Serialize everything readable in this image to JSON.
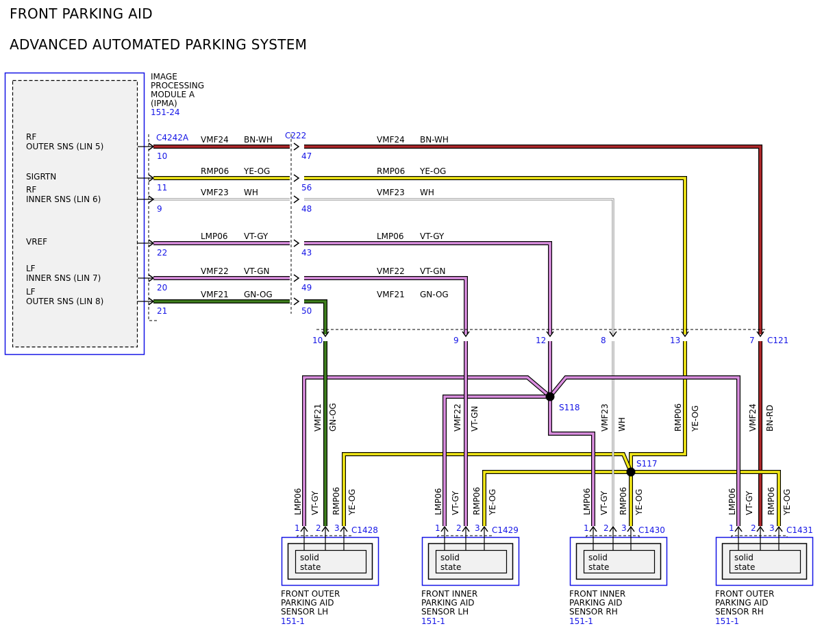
{
  "titles": {
    "line1": "FRONT PARKING AID",
    "line2": "ADVANCED AUTOMATED PARKING SYSTEM"
  },
  "module": {
    "name_lines": [
      "IMAGE",
      "PROCESSING",
      "MODULE A",
      "(IPMA)"
    ],
    "ref": "151-24",
    "pins": [
      {
        "lines": [
          "RF",
          "OUTER SNS (LIN 5)"
        ],
        "pin": "10"
      },
      {
        "lines": [
          "SIGRTN"
        ],
        "pin": "11"
      },
      {
        "lines": [
          "RF",
          "INNER SNS (LIN 6)"
        ],
        "pin": "9"
      },
      {
        "lines": [
          "VREF"
        ],
        "pin": "22"
      },
      {
        "lines": [
          "LF",
          "INNER SNS (LIN 7)"
        ],
        "pin": "20"
      },
      {
        "lines": [
          "LF",
          "OUTER SNS (LIN 8)"
        ],
        "pin": "21"
      }
    ]
  },
  "connectors": {
    "module_connector": "C4242A",
    "inline_connector": "C222",
    "inline_pins": [
      "47",
      "56",
      "48",
      "43",
      "49",
      "50"
    ],
    "harness_connector": "C121",
    "harness_pins": [
      "10",
      "9",
      "12",
      "8",
      "13",
      "7"
    ]
  },
  "circuits": [
    {
      "circuit": "VMF24",
      "color": "BN-WH",
      "hex": "#b0282b"
    },
    {
      "circuit": "RMP06",
      "color": "YE-OG",
      "hex": "#f4ea18"
    },
    {
      "circuit": "VMF23",
      "color": "WH",
      "hex": "#ffffff"
    },
    {
      "circuit": "LMP06",
      "color": "VT-GY",
      "hex": "#db8fe0"
    },
    {
      "circuit": "VMF22",
      "color": "VT-GN",
      "hex": "#db8fe0"
    },
    {
      "circuit": "VMF21",
      "color": "GN-OG",
      "hex": "#3f7f1e"
    }
  ],
  "harness_labels": [
    {
      "circuit": "VMF21",
      "color": "GN-OG"
    },
    {
      "circuit": "VMF22",
      "color": "VT-GN"
    },
    {
      "circuit": "VMF23",
      "color": "WH"
    },
    {
      "circuit": "RMP06",
      "color": "YE-OG"
    },
    {
      "circuit": "VMF24",
      "color": "BN-RD"
    }
  ],
  "splices": [
    "S118",
    "S117"
  ],
  "sensors": [
    {
      "connector": "C1428",
      "pins": [
        "1",
        "2",
        "3"
      ],
      "wires": [
        {
          "circuit": "LMP06",
          "color": "VT-GY"
        },
        {
          "circuit": "RMP06",
          "color": "YE-OG"
        }
      ],
      "element": [
        "solid",
        "state"
      ],
      "name_lines": [
        "FRONT OUTER",
        "PARKING AID",
        "SENSOR LH"
      ],
      "ref": "151-1"
    },
    {
      "connector": "C1429",
      "pins": [
        "1",
        "2",
        "3"
      ],
      "wires": [
        {
          "circuit": "LMP06",
          "color": "VT-GY"
        },
        {
          "circuit": "RMP06",
          "color": "YE-OG"
        }
      ],
      "element": [
        "solid",
        "state"
      ],
      "name_lines": [
        "FRONT INNER",
        "PARKING AID",
        "SENSOR LH"
      ],
      "ref": "151-1"
    },
    {
      "connector": "C1430",
      "pins": [
        "1",
        "2",
        "3"
      ],
      "wires": [
        {
          "circuit": "LMP06",
          "color": "VT-GY"
        },
        {
          "circuit": "RMP06",
          "color": "YE-OG"
        }
      ],
      "element": [
        "solid",
        "state"
      ],
      "name_lines": [
        "FRONT INNER",
        "PARKING AID",
        "SENSOR RH"
      ],
      "ref": "151-1"
    },
    {
      "connector": "C1431",
      "pins": [
        "1",
        "2",
        "3"
      ],
      "wires": [
        {
          "circuit": "LMP06",
          "color": "VT-GY"
        },
        {
          "circuit": "RMP06",
          "color": "YE-OG"
        }
      ],
      "element": [
        "solid",
        "state"
      ],
      "name_lines": [
        "FRONT OUTER",
        "PARKING AID",
        "SENSOR RH"
      ],
      "ref": "151-1"
    }
  ],
  "theme": {
    "blue": "#1414e6",
    "box_fill": "#f1f1f1"
  }
}
